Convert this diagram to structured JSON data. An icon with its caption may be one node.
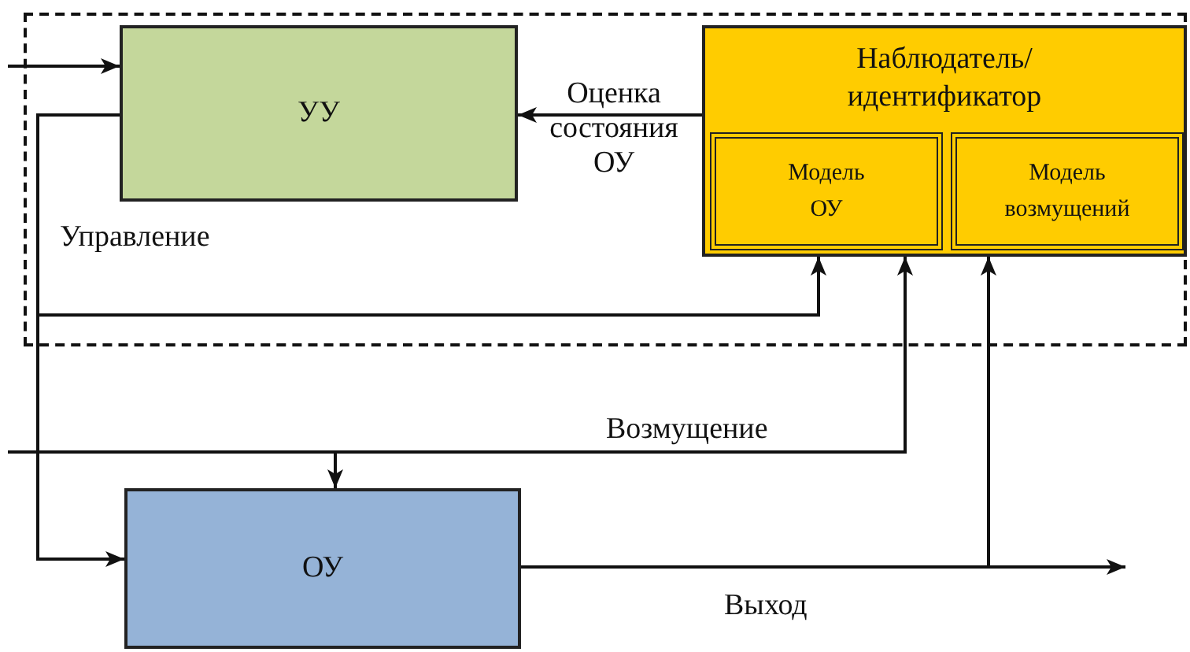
{
  "diagram": {
    "nodes": [
      {
        "text": [],
        "shape": "box"
      },
      {
        "text": [
          "УУ"
        ],
        "in": 0
      },
      {
        "text": [
          "Наблюдатель/ идентификатор"
        ],
        "in": 0
      },
      {
        "text": [
          "Модель ОУ"
        ],
        "in": 2
      },
      {
        "text": [
          "Модель возмущений"
        ],
        "in": 2
      },
      {
        "text": [
          "ОУ"
        ]
      }
    ],
    "edges": [
      {
        "from": null,
        "to": 1,
        "arrow": "to"
      },
      {
        "from": 2,
        "to": 1,
        "arrow": "to",
        "label": "Оценка состояния ОУ"
      },
      {
        "from": 1,
        "to": 5,
        "arrow": "to",
        "label": "Управление"
      },
      {
        "from": 1,
        "to": 2,
        "arrow": "to"
      },
      {
        "from": null,
        "to": 5,
        "arrow": "to"
      },
      {
        "from": null,
        "to": 2,
        "arrow": "to",
        "label": "Возмущение"
      },
      {
        "from": 5,
        "to": null,
        "arrow": "to",
        "label": "Выход"
      },
      {
        "from": 5,
        "to": 2,
        "arrow": "to"
      }
    ]
  }
}
